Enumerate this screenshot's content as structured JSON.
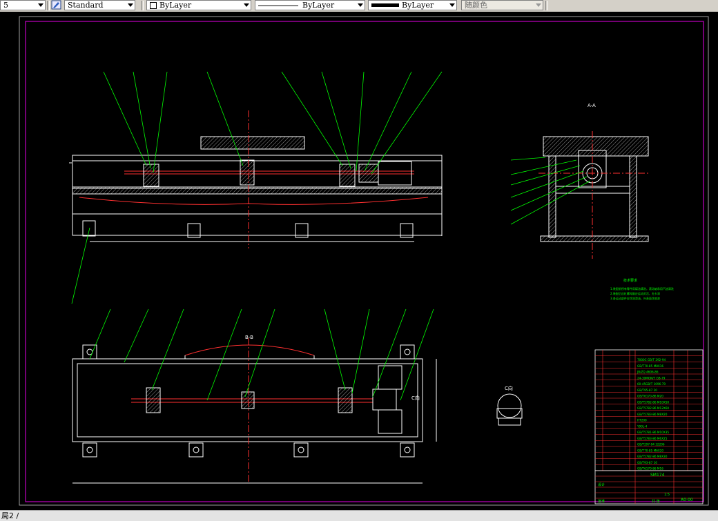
{
  "toolbar": {
    "first_value": "5",
    "text_style": "Standard",
    "layer_value": "ByLayer",
    "linetype_value": "ByLayer",
    "lineweight_value": "ByLayer",
    "color_value": "随颜色"
  },
  "drawing": {
    "section_label": "A-A",
    "bottom_section_label": "B-B",
    "detail_label": "C向",
    "top_view_label": "C向",
    "notes_title": "技术要求",
    "notes": [
      "1.装配前所有零件用煤油清洗，滚动轴承用汽油清洗",
      "2.装配后丝杠螺母副应运动灵活，无卡滞",
      "3.各运动部件应涂润滑油，外表面涂底漆"
    ]
  },
  "title_block": {
    "part_code": "SM174",
    "designer": "设计",
    "drawing_no": "A0-00",
    "scale": "1:5",
    "sheet_count": "共 张",
    "material": "",
    "approval": "批准"
  },
  "bom": [
    "7000C GB/T 292-94",
    "GB/T70-85 M8X16",
    "JB/ZQ 4606-86",
    "24-30MGN/T GB-79",
    "60-45GB/T 1096-79",
    "GB/T95-87 20",
    "GB/T6170-86 M20",
    "GB/T5782-86 M10X50",
    "GB/T5782-86 M12X60",
    "GB/T5783-86 M8X20",
    "HT200",
    "Y90L-4",
    "GB/T5781-86 M10X35",
    "GB/T5783-86 M6X25",
    "GB/T297-94 32206",
    "GB/T70-85 M6X20",
    "GB/T5782-86 M8X30",
    "GB/T93-87 16",
    "GB/T6170-86 M16"
  ],
  "status": {
    "text": "局2 /"
  }
}
